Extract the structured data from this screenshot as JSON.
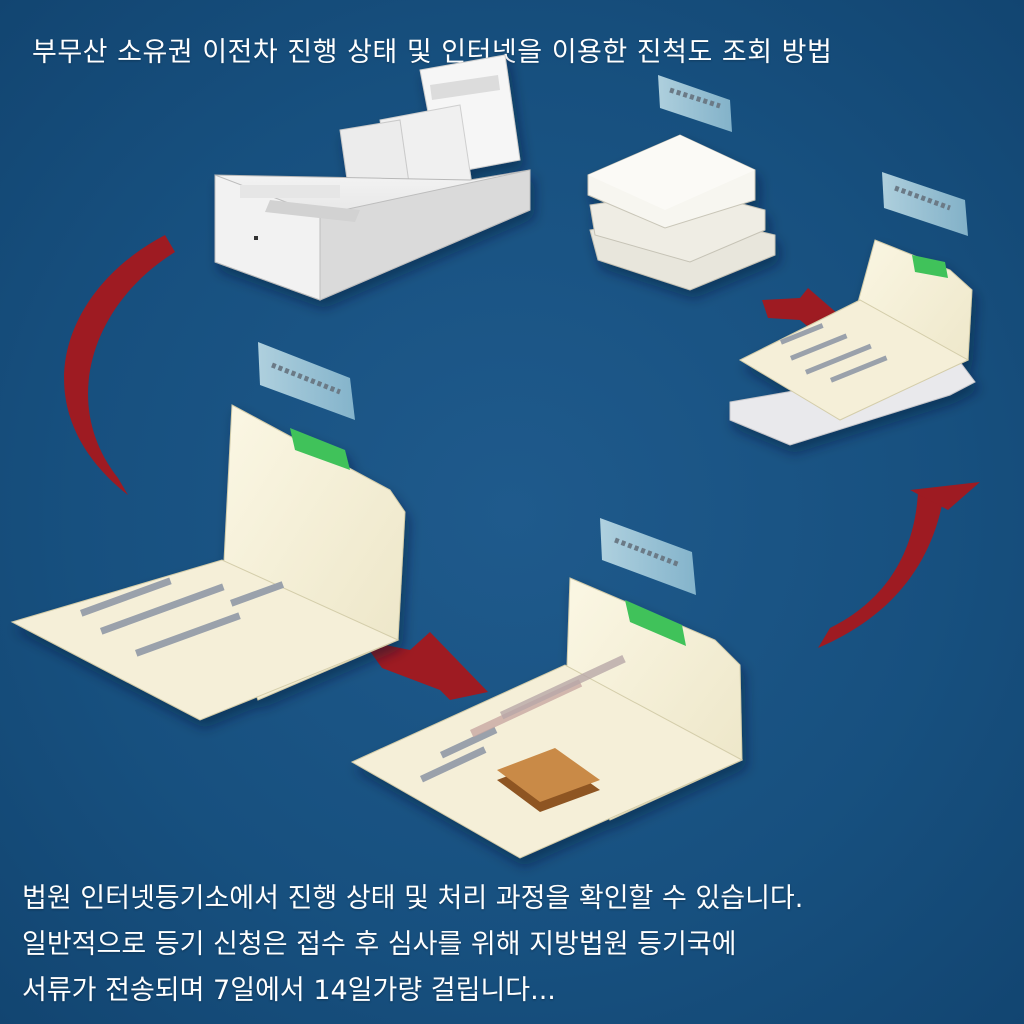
{
  "title": "부무산 소유권 이전차 진행 상태 및 인터넷을 이용한 진척도 조회 방법",
  "footer": {
    "line1": "법원 인터넷등기소에서 진행 상태 및 처리 과정을 확인할 수 있습니다.",
    "line2": "일반적으로 등기 신청은 접수 후 심사를 위해 지방법원 등기국에",
    "line3": "서류가 전송되며 7일에서 14일가량 걸립니다..."
  },
  "colors": {
    "background": "#17507f",
    "arrow": "#9e1b22",
    "paper": "#f3eed6",
    "tab": "#3fc25a",
    "folder_box": "#e4e4e4",
    "stamp": "#b8763a"
  },
  "icons": [
    "file-drawer-icon",
    "paper-stack-icon",
    "open-folder-icon",
    "document-folder-icon",
    "stamped-folder-icon",
    "cycle-arrow-icon"
  ]
}
